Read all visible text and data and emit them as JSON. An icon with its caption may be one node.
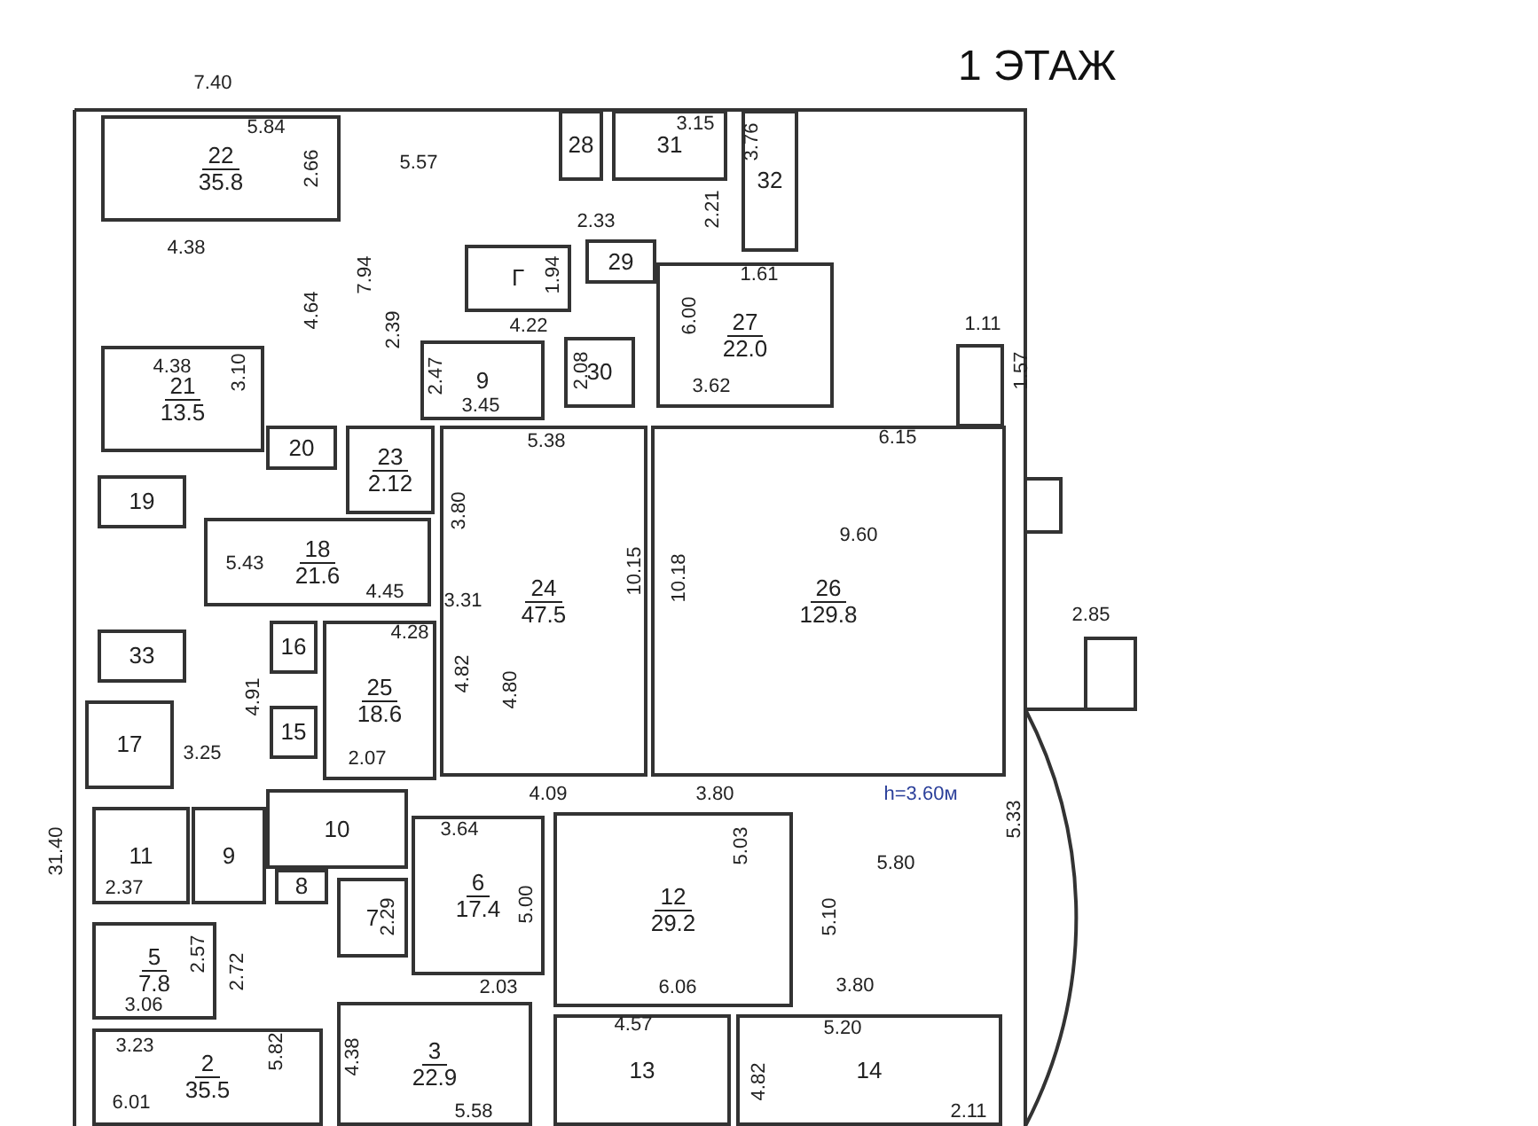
{
  "diagram": {
    "title": "1 ЭТАЖ",
    "nodes": [
      {
        "text": [
          "22",
          "35.8"
        ]
      },
      {
        "text": [
          "21",
          "13.5"
        ]
      },
      {
        "text": [
          "20"
        ]
      },
      {
        "text": [
          "23",
          "2.12"
        ]
      },
      {
        "text": [
          "19"
        ]
      },
      {
        "text": [
          "33"
        ]
      },
      {
        "text": [
          "18",
          "21.6"
        ]
      },
      {
        "text": [
          "17"
        ]
      },
      {
        "text": [
          "16"
        ]
      },
      {
        "text": [
          "15"
        ]
      },
      {
        "text": [
          "25",
          "18.6"
        ]
      },
      {
        "text": [
          "24",
          "47.5"
        ]
      },
      {
        "text": [
          "26",
          "129.8"
        ]
      },
      {
        "text": [
          "9"
        ]
      },
      {
        "text": [
          "Г"
        ]
      },
      {
        "text": [
          "28"
        ]
      },
      {
        "text": [
          "31"
        ]
      },
      {
        "text": [
          "32"
        ]
      },
      {
        "text": [
          "29"
        ]
      },
      {
        "text": [
          "30"
        ]
      },
      {
        "text": [
          "27",
          "22.0"
        ]
      },
      {
        "text": [
          "10"
        ]
      },
      {
        "text": [
          "11"
        ]
      },
      {
        "text": [
          "9"
        ]
      },
      {
        "text": [
          "8"
        ]
      },
      {
        "text": [
          "7"
        ]
      },
      {
        "text": [
          "6",
          "17.4"
        ]
      },
      {
        "text": [
          "12",
          "29.2"
        ]
      },
      {
        "text": [
          "5",
          "7.8"
        ]
      },
      {
        "text": [
          "2",
          "35.5"
        ]
      },
      {
        "text": [
          "3",
          "22.9"
        ]
      },
      {
        "text": [
          "13"
        ]
      },
      {
        "text": [
          "14"
        ]
      }
    ],
    "labels": [
      "7.40",
      "5.84",
      "2.66",
      "5.57",
      "3.15",
      "3.76",
      "2.33",
      "2.21",
      "4.38",
      "4.64",
      "7.94",
      "1.94",
      "4.22",
      "6.00",
      "1.61",
      "2.39",
      "2.47",
      "2.08",
      "4.38",
      "3.10",
      "3.45",
      "3.62",
      "1.11",
      "1.57",
      "5.38",
      "6.15",
      "3.80",
      "9.60",
      "5.43",
      "4.45",
      "3.31",
      "10.15",
      "10.18",
      "2.85",
      "4.28",
      "4.91",
      "4.82",
      "4.80",
      "3.25",
      "2.07",
      "4.09",
      "3.80",
      "h=3.60м",
      "5.33",
      "31.40",
      "3.64",
      "5.03",
      "2.37",
      "5.00",
      "5.10",
      "5.80",
      "2.57",
      "2.72",
      "2.29",
      "3.06",
      "2.03",
      "6.06",
      "3.80",
      "3.23",
      "5.82",
      "4.57",
      "5.20",
      "4.38",
      "4.82",
      "2.11",
      "6.01",
      "5.58"
    ]
  }
}
